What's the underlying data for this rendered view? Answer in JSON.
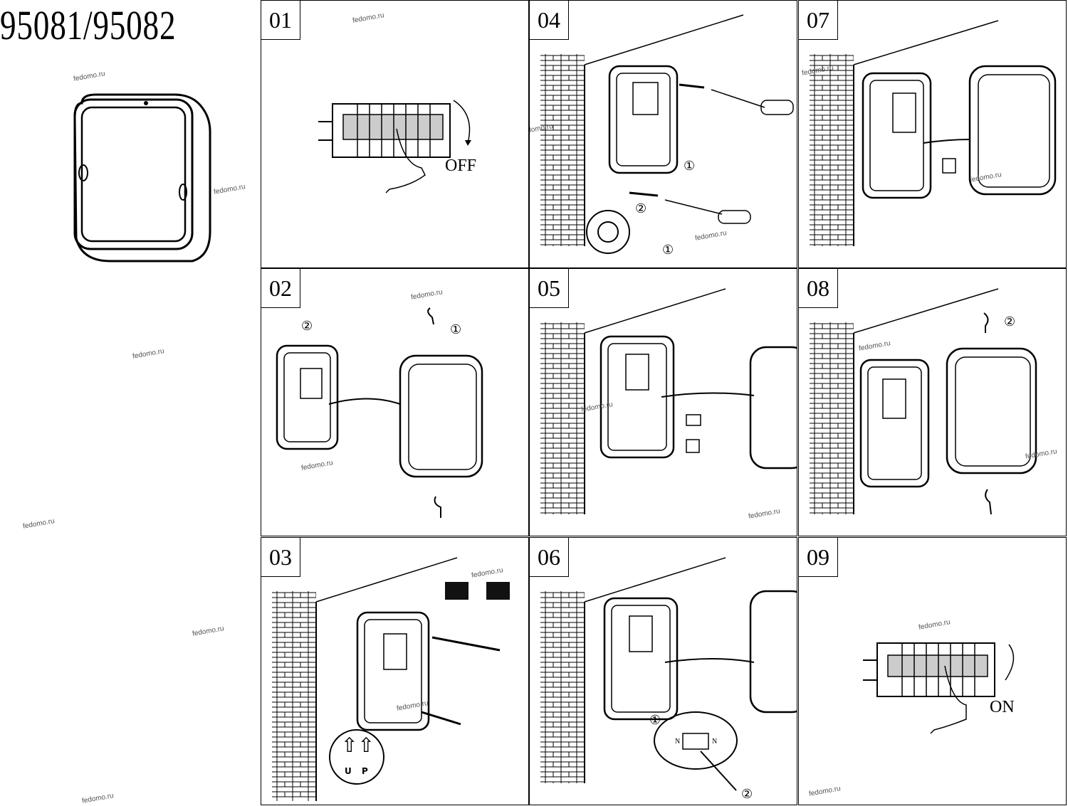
{
  "title": "95081/95082",
  "steps": [
    {
      "number": "01",
      "label": "OFF"
    },
    {
      "number": "02",
      "marks": [
        "①",
        "②"
      ]
    },
    {
      "number": "03",
      "marks": [
        "U",
        "P"
      ]
    },
    {
      "number": "04",
      "marks": [
        "①",
        "②",
        "①"
      ]
    },
    {
      "number": "05"
    },
    {
      "number": "06",
      "marks": [
        "①",
        "②",
        "N",
        "N"
      ]
    },
    {
      "number": "07"
    },
    {
      "number": "08",
      "marks": [
        "②"
      ]
    },
    {
      "number": "09",
      "label": "ON"
    }
  ],
  "watermark": "fedomo.ru"
}
